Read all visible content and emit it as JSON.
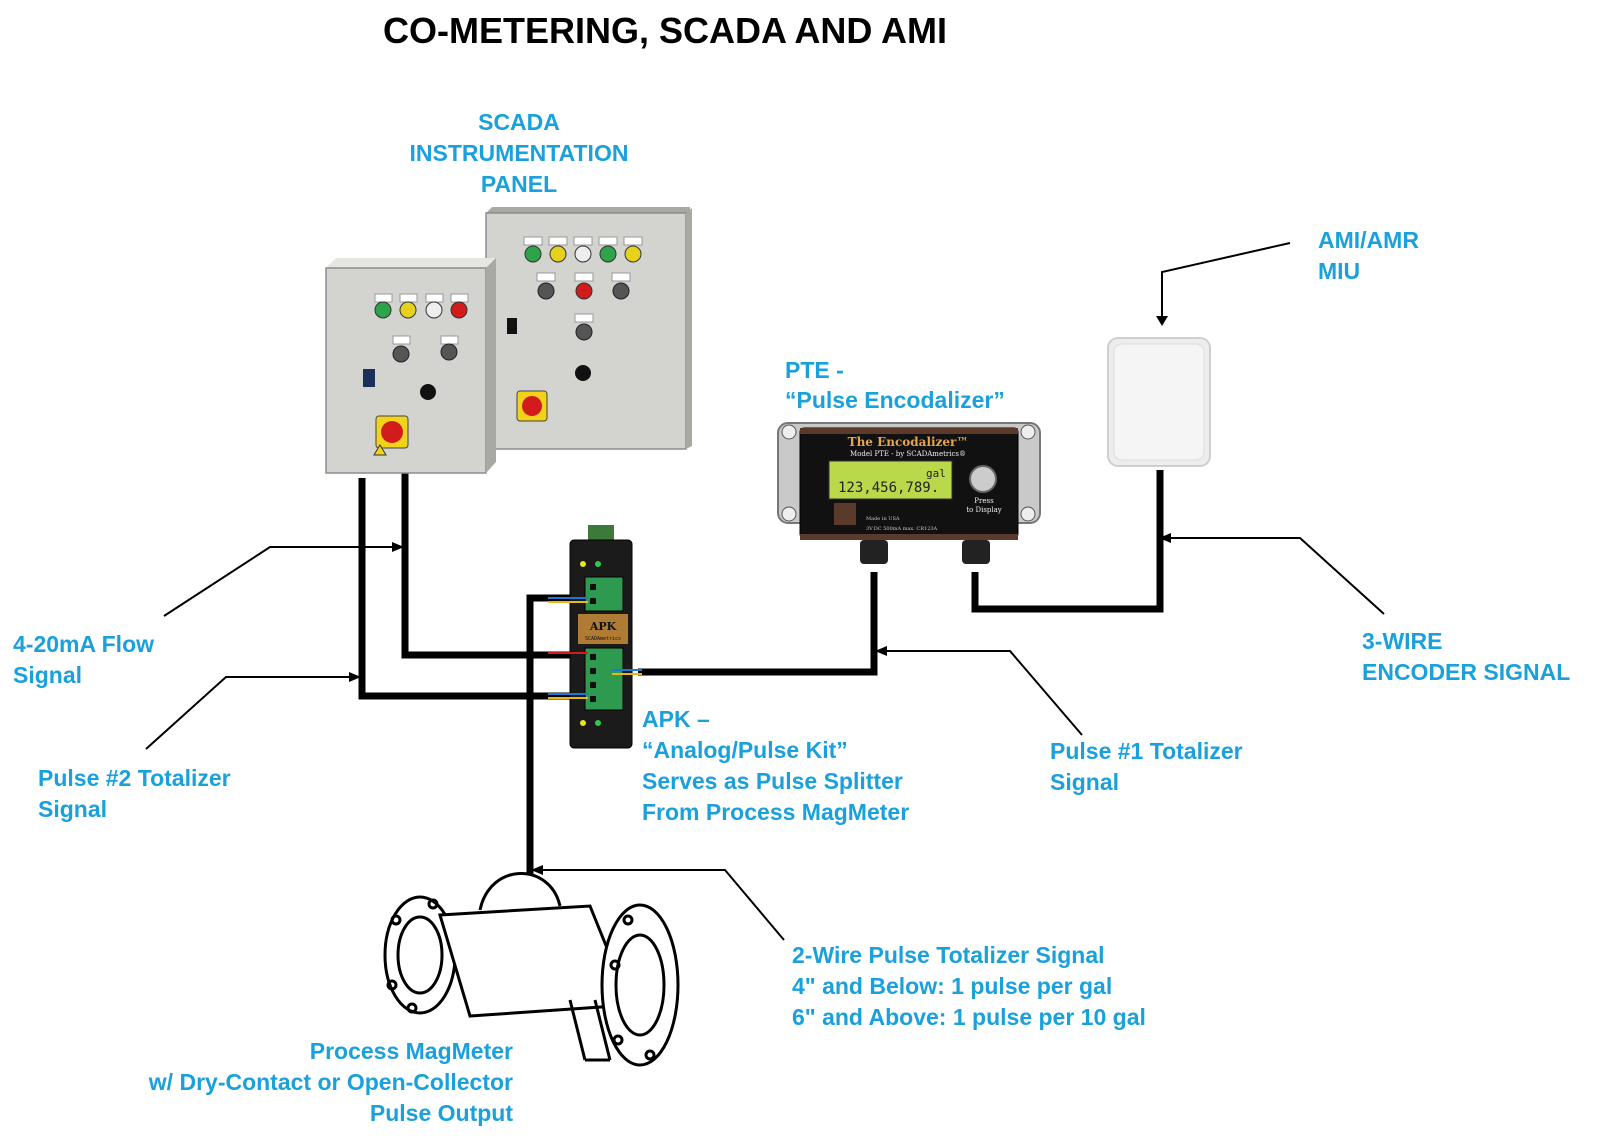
{
  "title": "CO-METERING, SCADA AND AMI",
  "labels": {
    "scada_panel": [
      "SCADA",
      "INSTRUMENTATION",
      "PANEL"
    ],
    "ami_miu": [
      "AMI/AMR",
      "MIU"
    ],
    "pte": [
      "PTE -",
      "“Pulse Encodalizer”"
    ],
    "flow_signal": [
      "4-20mA Flow",
      "Signal"
    ],
    "three_wire": [
      "3-WIRE",
      "ENCODER SIGNAL"
    ],
    "apk": [
      "APK –",
      "“Analog/Pulse Kit”",
      "Serves as Pulse Splitter",
      "From Process MagMeter"
    ],
    "pulse1": [
      "Pulse #1 Totalizer",
      "Signal"
    ],
    "pulse2": [
      "Pulse #2 Totalizer",
      "Signal"
    ],
    "two_wire": [
      "2-Wire Pulse Totalizer Signal",
      "4\" and Below: 1 pulse per gal",
      "6\" and Above: 1 pulse per 10 gal"
    ],
    "magmeter": [
      "Process MagMeter",
      "w/ Dry-Contact or Open-Collector",
      "Pulse Output"
    ]
  },
  "encodalizer": {
    "brand": "The Encodalizer™",
    "model": "Model PTE - by SCADAmetrics®",
    "display_value": "123,456,789.",
    "display_unit": "gal",
    "button_label": [
      "Press",
      "to Display"
    ],
    "footer_left": "Made in USA",
    "footer_right": "3V DC 500mA max. CR123A"
  },
  "apk_device": {
    "label": "APK",
    "sub": "SCADAmetrics"
  },
  "colors": {
    "label_blue": "#1aa1dc",
    "wire": "#000000",
    "panel_gray": "#d3d3cf",
    "lcd_green": "#b9d94a",
    "apk_terminal": "#2e9a4f"
  }
}
